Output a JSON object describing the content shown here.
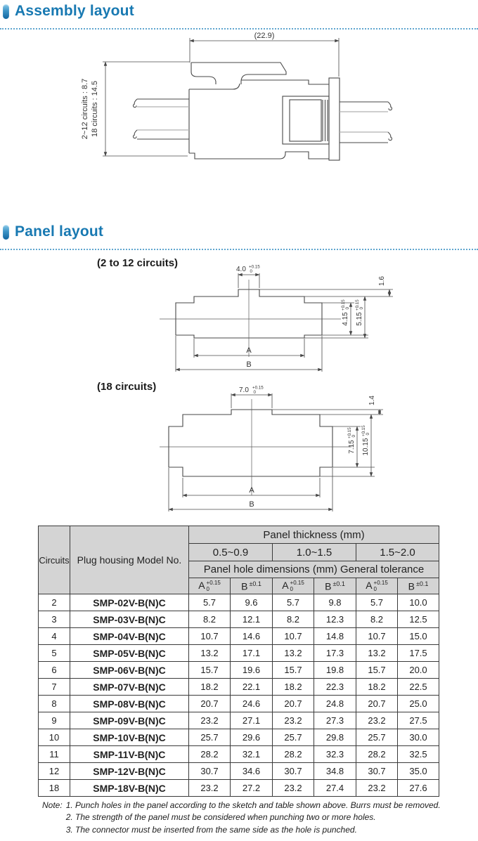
{
  "sections": {
    "assembly": {
      "title": "Assembly layout"
    },
    "panel": {
      "title": "Panel layout"
    }
  },
  "assembly_drawing": {
    "width_dim": "(22.9)",
    "height_note_line1": "2~12 circuits : 8.7",
    "height_note_line2": "18 circuits : 14.5"
  },
  "panel_drawings": [
    {
      "label": "(2 to 12 circuits)",
      "slot_width": "4.0",
      "slot_width_tol_plus": "+0.15",
      "slot_width_tol_minus": "0",
      "tab_height": "1.6",
      "inner_height": "4.15",
      "inner_tol_plus": "+0.15",
      "inner_tol_minus": "0",
      "outer_height": "5.15",
      "outer_tol_plus": "+0.15",
      "outer_tol_minus": "0",
      "dim_a": "A",
      "dim_b": "B"
    },
    {
      "label": "(18 circuits)",
      "slot_width": "7.0",
      "slot_width_tol_plus": "+0.15",
      "slot_width_tol_minus": "0",
      "tab_height": "1.4",
      "inner_height": "7.15",
      "inner_tol_plus": "+0.15",
      "inner_tol_minus": "0",
      "outer_height": "10.15",
      "outer_tol_plus": "+0.15",
      "outer_tol_minus": "0",
      "dim_a": "A",
      "dim_b": "B"
    }
  ],
  "table": {
    "circuits_header": "Circuits",
    "model_header": "Plug housing Model No.",
    "thickness_header": "Panel thickness (mm)",
    "thickness_ranges": [
      "0.5~0.9",
      "1.0~1.5",
      "1.5~2.0"
    ],
    "hole_dims_header": "Panel hole dimensions (mm) General tolerance",
    "col_a": {
      "base": "A",
      "sup": "+0.15",
      "sub": "0"
    },
    "col_b": {
      "base": "B",
      "sup": "±0.1"
    },
    "rows": [
      {
        "circuits": "2",
        "model": "SMP-02V-B(N)C",
        "values": [
          "5.7",
          "9.6",
          "5.7",
          "9.8",
          "5.7",
          "10.0"
        ]
      },
      {
        "circuits": "3",
        "model": "SMP-03V-B(N)C",
        "values": [
          "8.2",
          "12.1",
          "8.2",
          "12.3",
          "8.2",
          "12.5"
        ]
      },
      {
        "circuits": "4",
        "model": "SMP-04V-B(N)C",
        "values": [
          "10.7",
          "14.6",
          "10.7",
          "14.8",
          "10.7",
          "15.0"
        ]
      },
      {
        "circuits": "5",
        "model": "SMP-05V-B(N)C",
        "values": [
          "13.2",
          "17.1",
          "13.2",
          "17.3",
          "13.2",
          "17.5"
        ]
      },
      {
        "circuits": "6",
        "model": "SMP-06V-B(N)C",
        "values": [
          "15.7",
          "19.6",
          "15.7",
          "19.8",
          "15.7",
          "20.0"
        ]
      },
      {
        "circuits": "7",
        "model": "SMP-07V-B(N)C",
        "values": [
          "18.2",
          "22.1",
          "18.2",
          "22.3",
          "18.2",
          "22.5"
        ]
      },
      {
        "circuits": "8",
        "model": "SMP-08V-B(N)C",
        "values": [
          "20.7",
          "24.6",
          "20.7",
          "24.8",
          "20.7",
          "25.0"
        ]
      },
      {
        "circuits": "9",
        "model": "SMP-09V-B(N)C",
        "values": [
          "23.2",
          "27.1",
          "23.2",
          "27.3",
          "23.2",
          "27.5"
        ]
      },
      {
        "circuits": "10",
        "model": "SMP-10V-B(N)C",
        "values": [
          "25.7",
          "29.6",
          "25.7",
          "29.8",
          "25.7",
          "30.0"
        ]
      },
      {
        "circuits": "11",
        "model": "SMP-11V-B(N)C",
        "values": [
          "28.2",
          "32.1",
          "28.2",
          "32.3",
          "28.2",
          "32.5"
        ]
      },
      {
        "circuits": "12",
        "model": "SMP-12V-B(N)C",
        "values": [
          "30.7",
          "34.6",
          "30.7",
          "34.8",
          "30.7",
          "35.0"
        ]
      },
      {
        "circuits": "18",
        "model": "SMP-18V-B(N)C",
        "values": [
          "23.2",
          "27.2",
          "23.2",
          "27.4",
          "23.2",
          "27.6"
        ]
      }
    ]
  },
  "notes": {
    "prefix": "Note:",
    "items": [
      "1. Punch holes in the panel according to the sketch and table shown above. Burrs must be removed.",
      "2. The strength of the panel must be considered when punching two or more holes.",
      "3. The connector must be inserted from the same side as the hole is punched."
    ]
  },
  "colors": {
    "accent_blue": "#1879b2",
    "table_header_bg": "#d4d4d4"
  }
}
